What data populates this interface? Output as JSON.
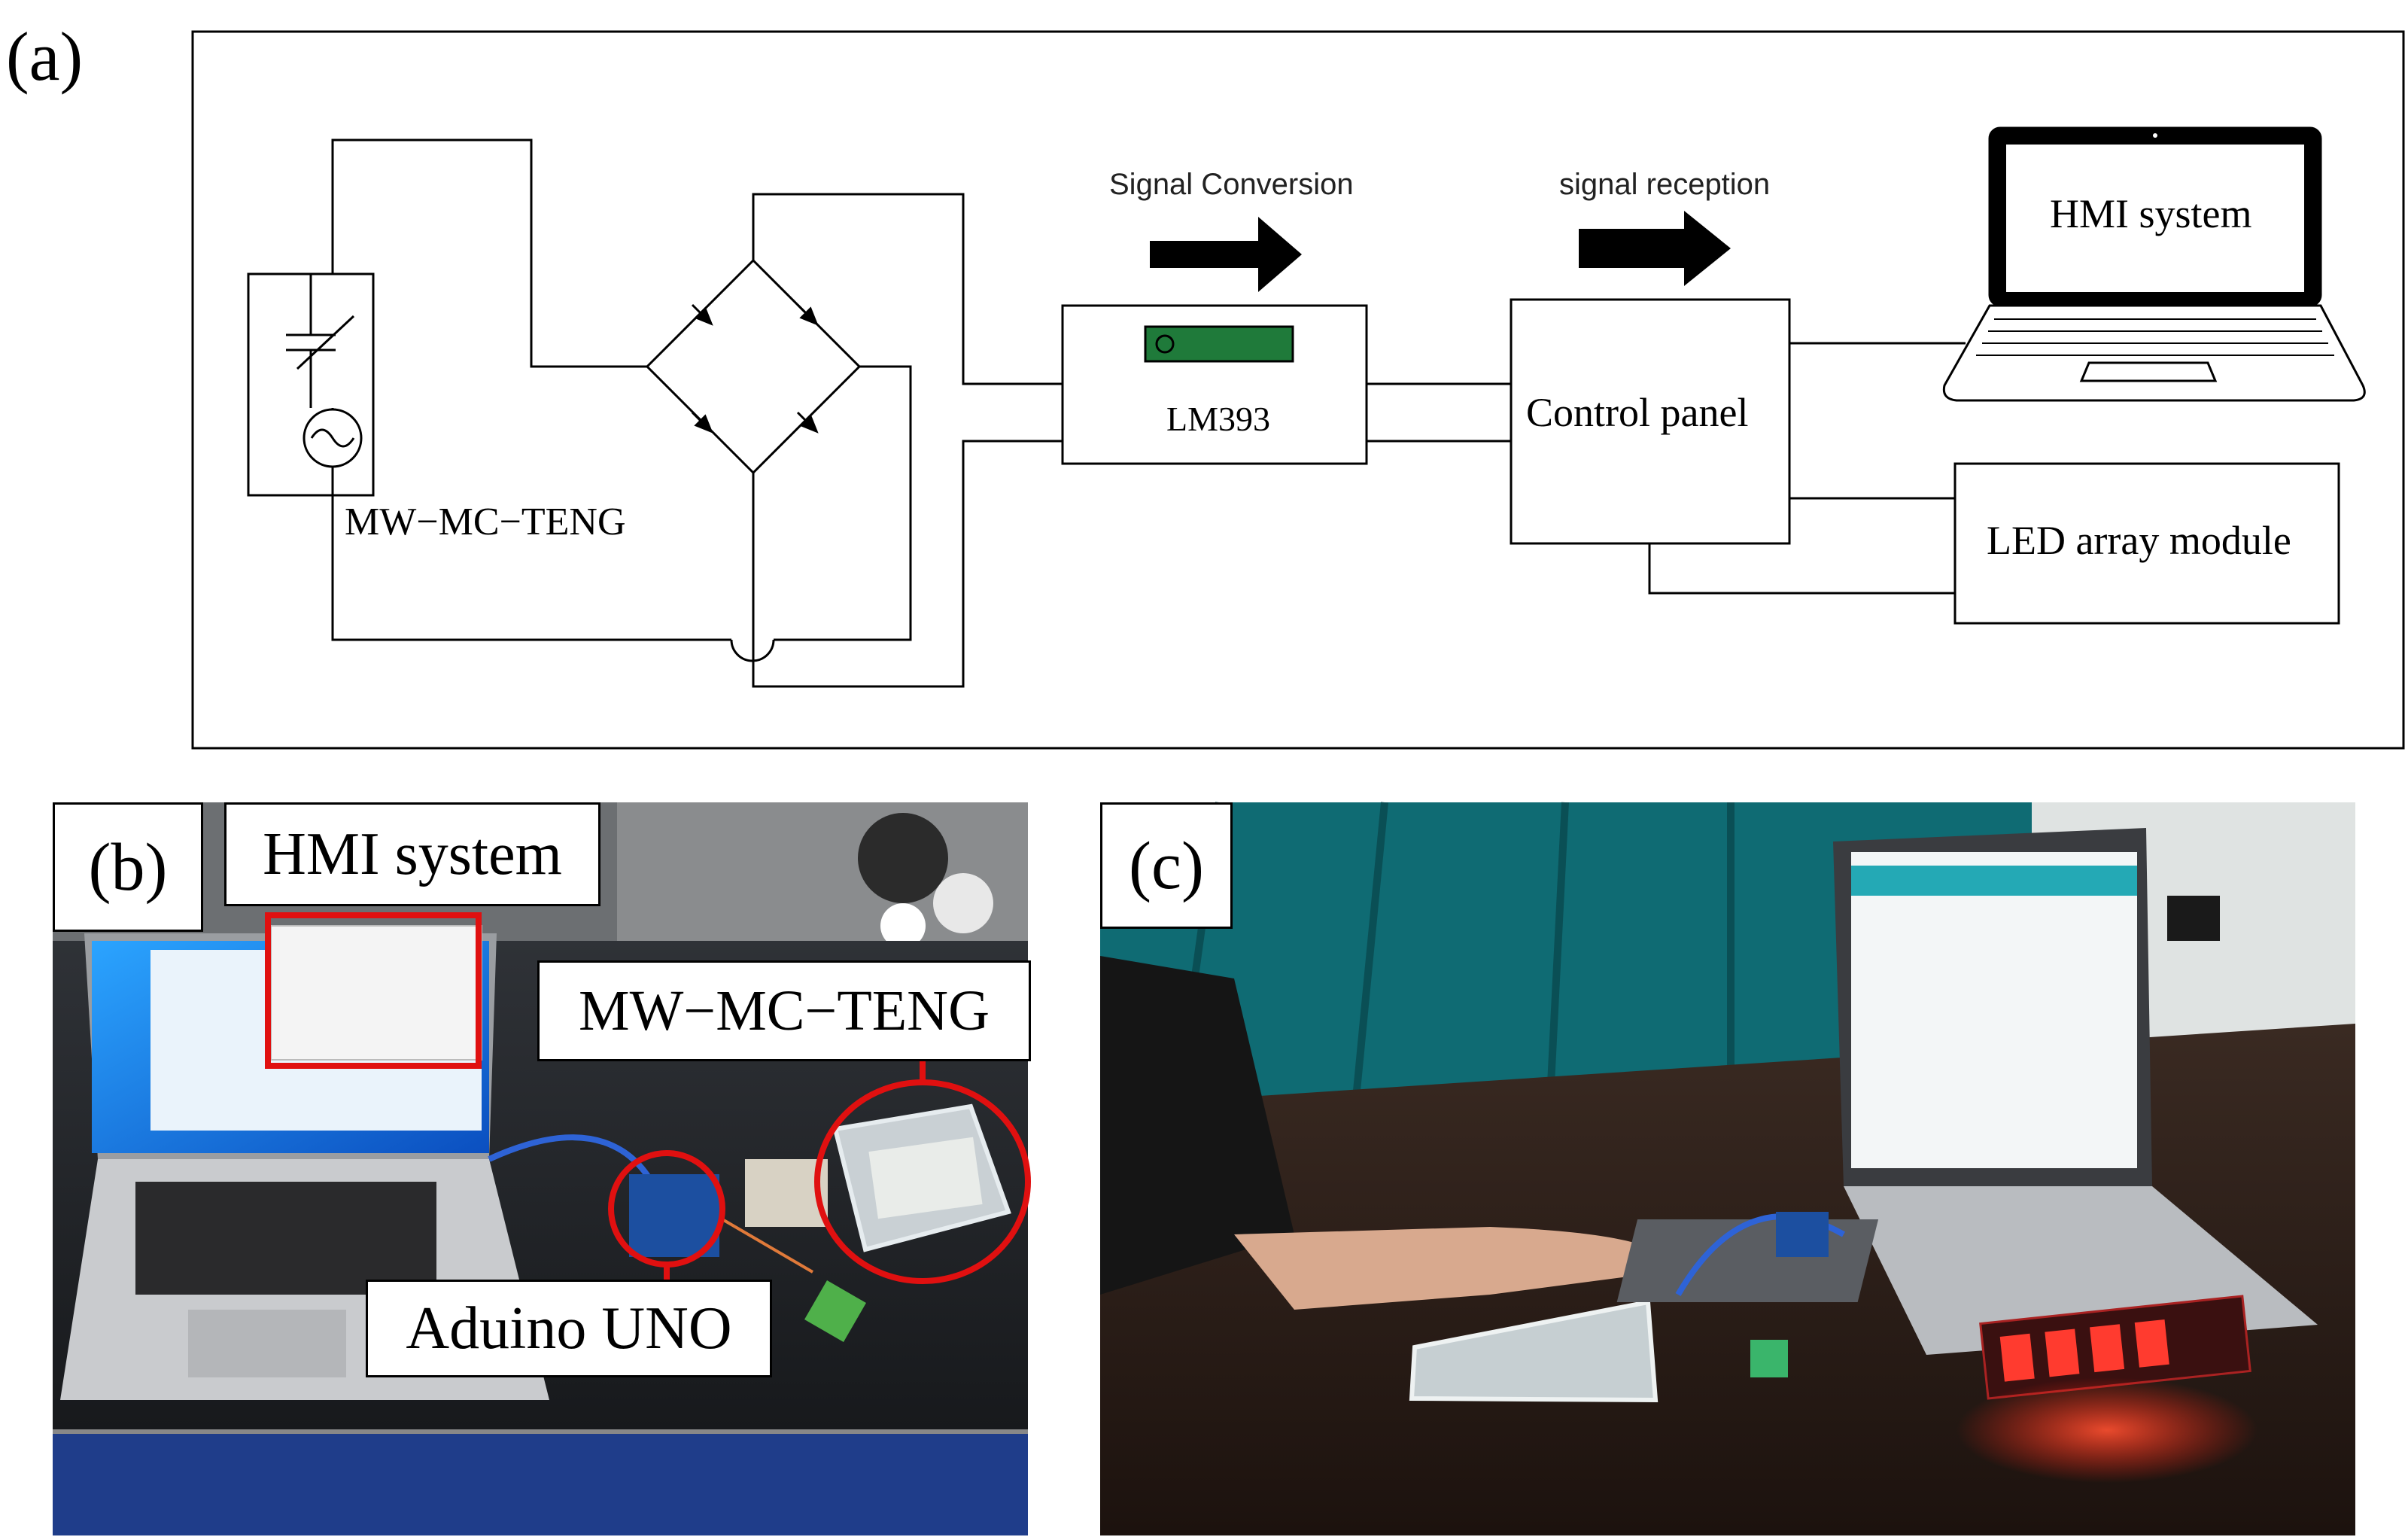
{
  "panels": {
    "a": "(a)",
    "b": "(b)",
    "c": "(c)"
  },
  "diagram": {
    "source_label": "MW−MC−TENG",
    "signal_conversion": "Signal Conversion",
    "signal_reception": "signal reception",
    "comparator": "LM393",
    "control": "Control panel",
    "hmi": "HMI system",
    "led": "LED array module"
  },
  "photo_b": {
    "hmi_label": "HMI system",
    "teng_label": "MW−MC−TENG",
    "arduino_label": "Aduino UNO"
  },
  "colors": {
    "annotation_red": "#e01010",
    "board_green": "#1f7a3a",
    "curtain_teal": "#0f6b73",
    "table_dark": "#2a1d17",
    "led_red": "#ff3b2f"
  }
}
